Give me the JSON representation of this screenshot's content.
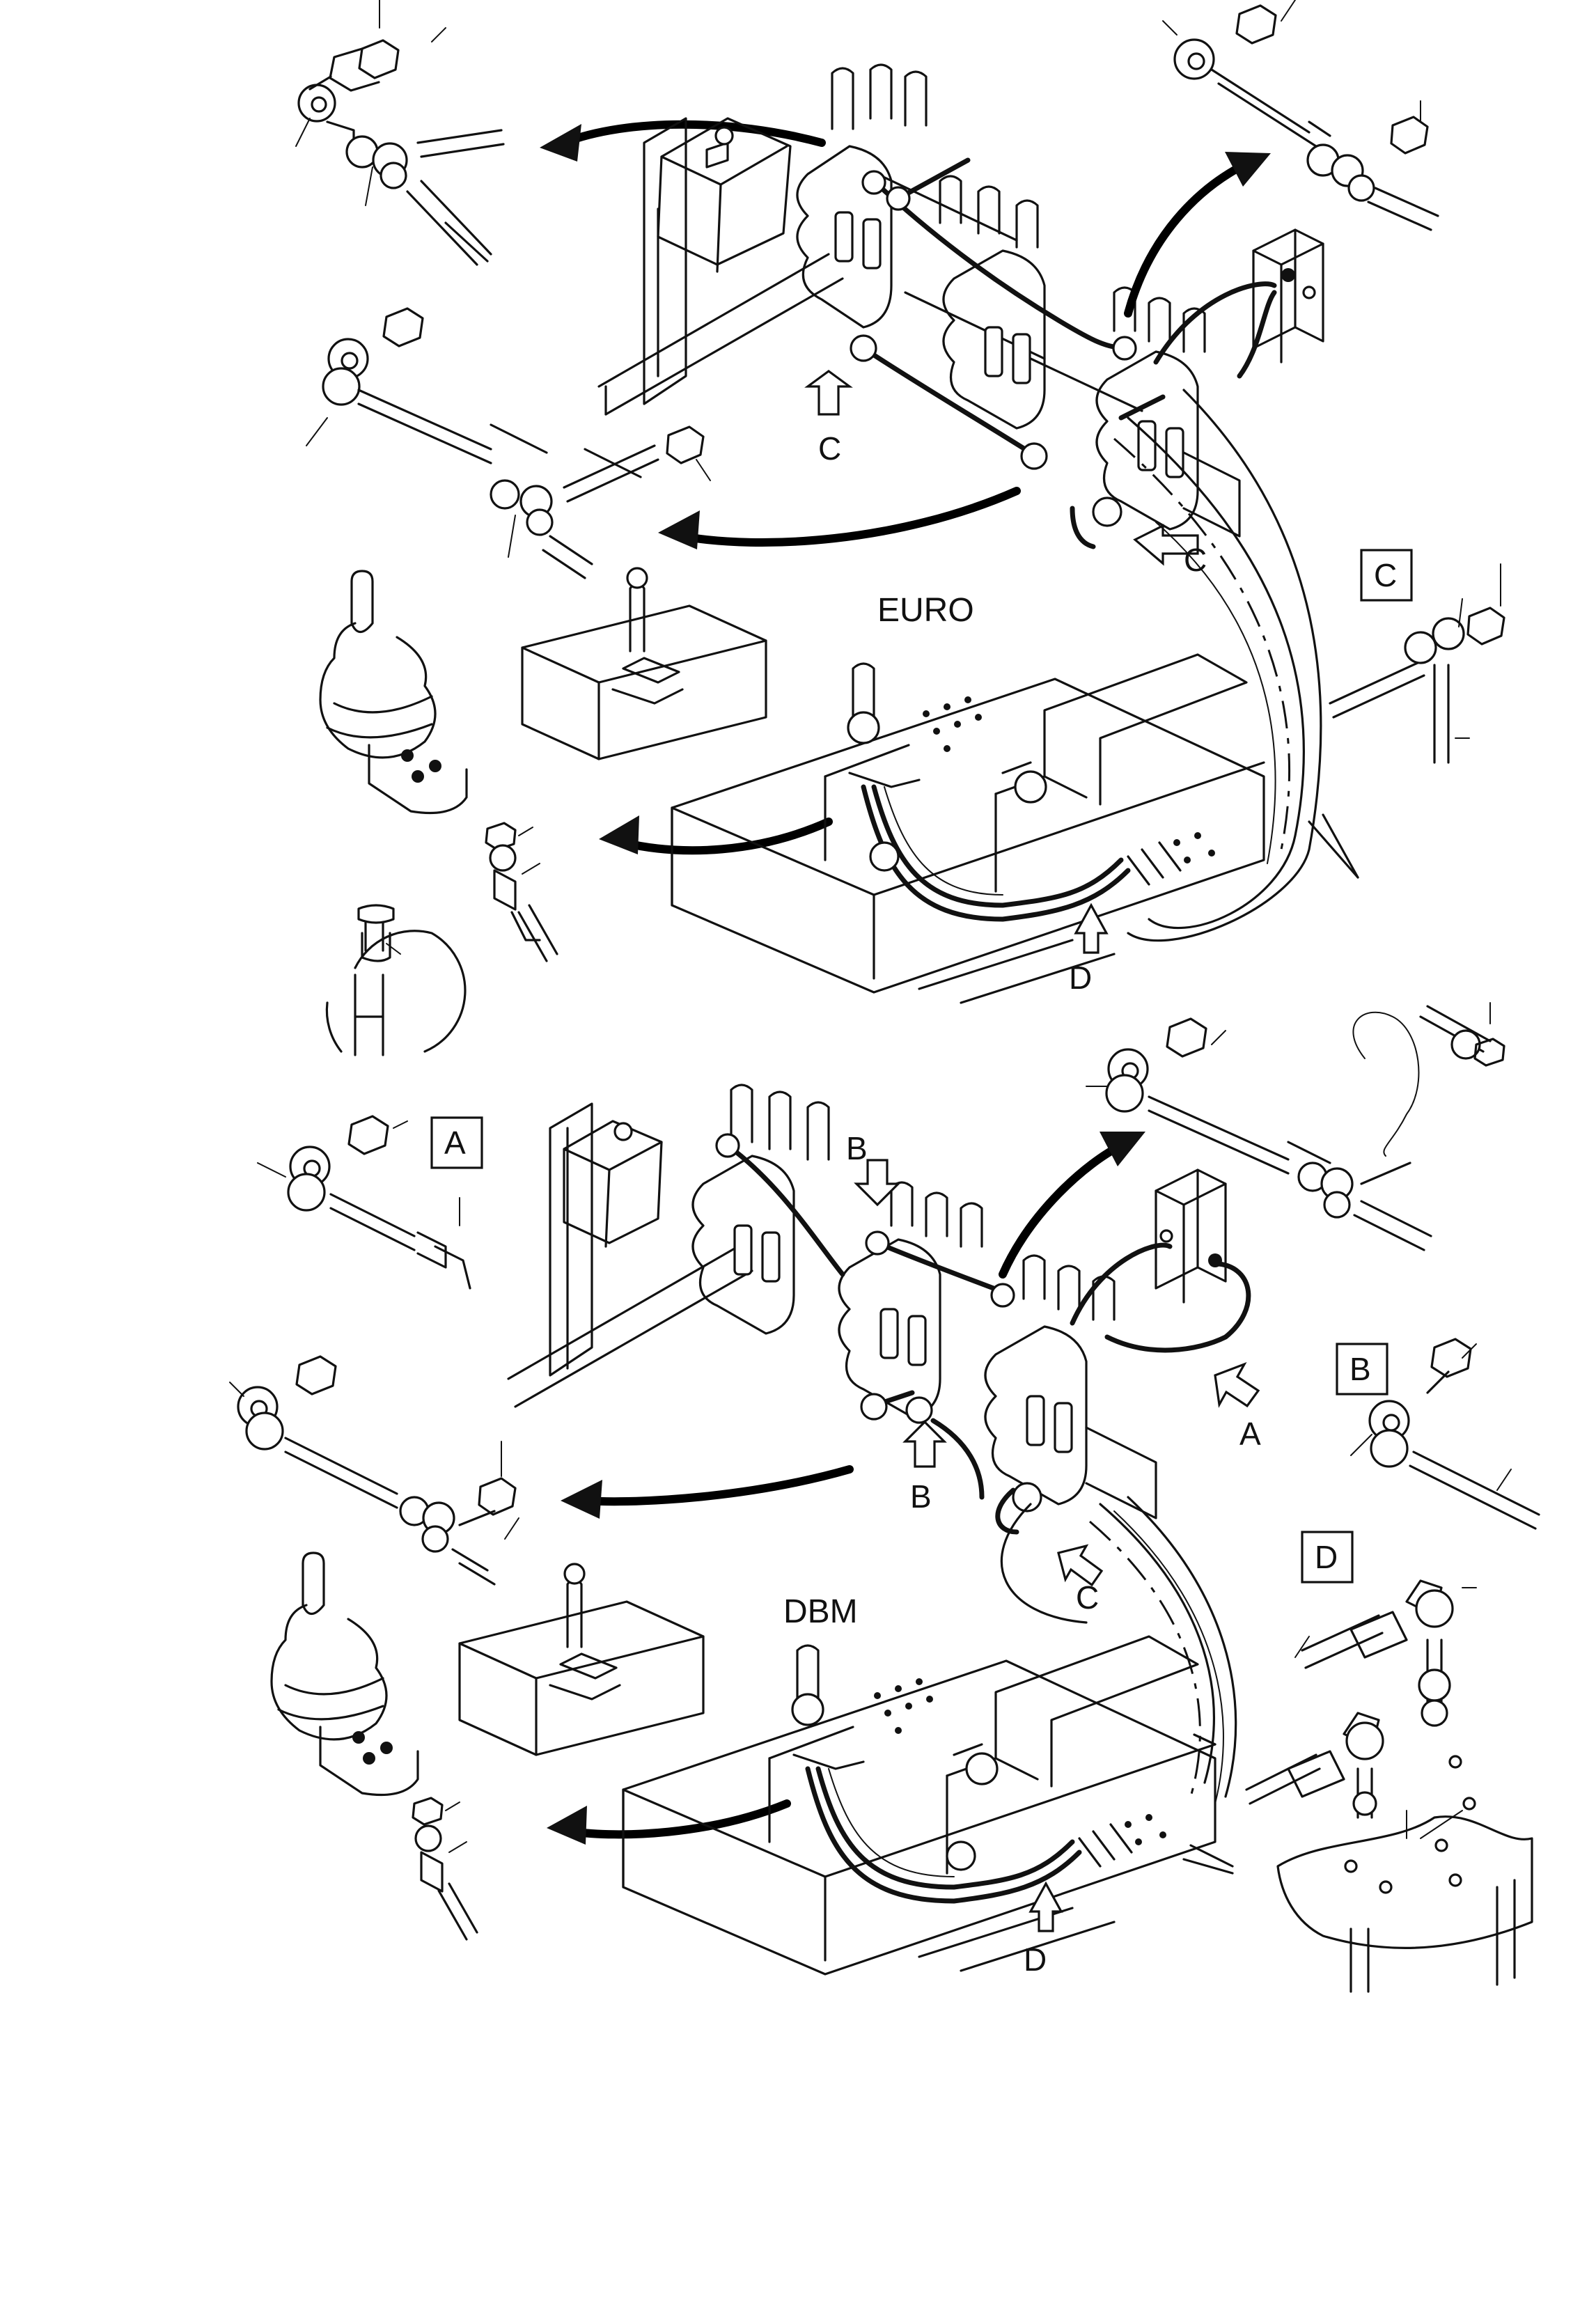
{
  "sections": {
    "upper": "EURO",
    "lower": "DBM"
  },
  "detail_boxes": {
    "a": "A",
    "b": "B",
    "c": "C",
    "d": "D"
  },
  "arrow_labels": {
    "upper_c1": "C",
    "upper_c2": "C",
    "upper_d": "D",
    "lower_b1": "B",
    "lower_b2": "B",
    "lower_a": "A",
    "lower_c": "C",
    "lower_d": "D"
  }
}
